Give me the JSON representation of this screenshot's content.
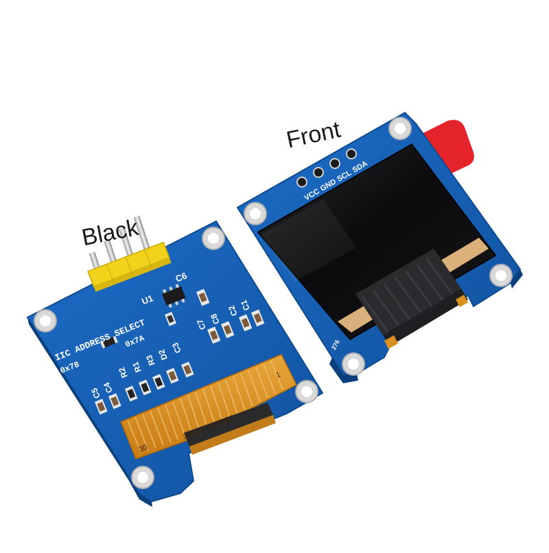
{
  "labels": {
    "back_module": "Black",
    "front_module": "Front"
  },
  "back_board": {
    "address_select": "IIC ADDRESS SELECT",
    "addr_option_1": "0x78",
    "addr_option_2": "0x7A",
    "chip_label": "U1",
    "cap_c6": "C6",
    "flex_code": "300337601002",
    "flex_pin_1": "1",
    "flex_pin_30": "30",
    "components_top": [
      "C7",
      "C8",
      "C2",
      "C1"
    ],
    "components_left": [
      "C5",
      "C4",
      "R2",
      "R1",
      "R3",
      "D2",
      "C3"
    ]
  },
  "front_board": {
    "pins": [
      "VCC",
      "GND",
      "SCL",
      "SDA"
    ],
    "pcb_code": "276"
  },
  "colors": {
    "pcb_blue": "#1560b8",
    "pin_header": "#f2d21a",
    "flex_cable": "#d9901f",
    "screen": "#0c0c0e",
    "protective_tab": "#e5232b"
  }
}
